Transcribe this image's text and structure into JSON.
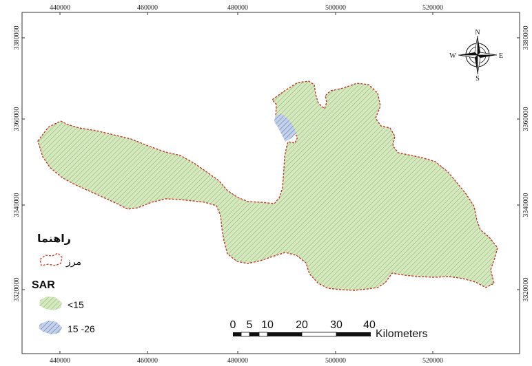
{
  "map": {
    "x_ticks": [
      "440000",
      "460000",
      "480000",
      "500000",
      "520000"
    ],
    "y_ticks": [
      "3380000",
      "3360000",
      "3340000",
      "3320000"
    ]
  },
  "north_arrow": {
    "n": "N",
    "s": "S",
    "e": "E",
    "w": "W",
    "icon": "compass-rose-icon"
  },
  "legend": {
    "title": "راهنما",
    "boundary_label": "مرز",
    "boundary_color": "#c0392b",
    "sar_title": "SAR",
    "classes": [
      {
        "label": "<15",
        "color": "#cfe6b3",
        "hatch": "#86b26a"
      },
      {
        "label": "15 -26",
        "color": "#b9c9e6",
        "hatch": "#5b78b3"
      }
    ]
  },
  "scale_bar": {
    "ticks": [
      "0",
      "5",
      "10",
      "20",
      "30",
      "40"
    ],
    "unit": "Kilometers"
  }
}
